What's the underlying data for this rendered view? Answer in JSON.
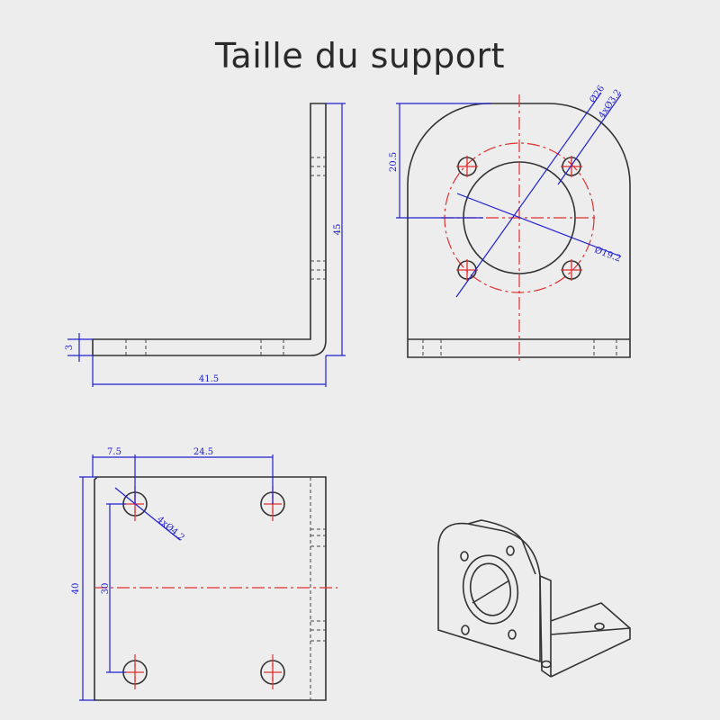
{
  "title": "Taille du support",
  "dimensions": {
    "height_45": "45",
    "thickness_3": "3",
    "length_41_5": "41.5",
    "hole_height_20_5": "20.5",
    "bolt_circle": "Ø26",
    "motor_holes": "4xØ3.2",
    "center_bore": "Ø19.2",
    "edge_7_5": "7.5",
    "spacing_24_5": "24.5",
    "width_40": "40",
    "spacing_30": "30",
    "base_holes": "4xØ4.2"
  },
  "colors": {
    "outline": "#333333",
    "dimension": "#2020d0",
    "centerline": "#e03030",
    "background": "#ededed"
  }
}
